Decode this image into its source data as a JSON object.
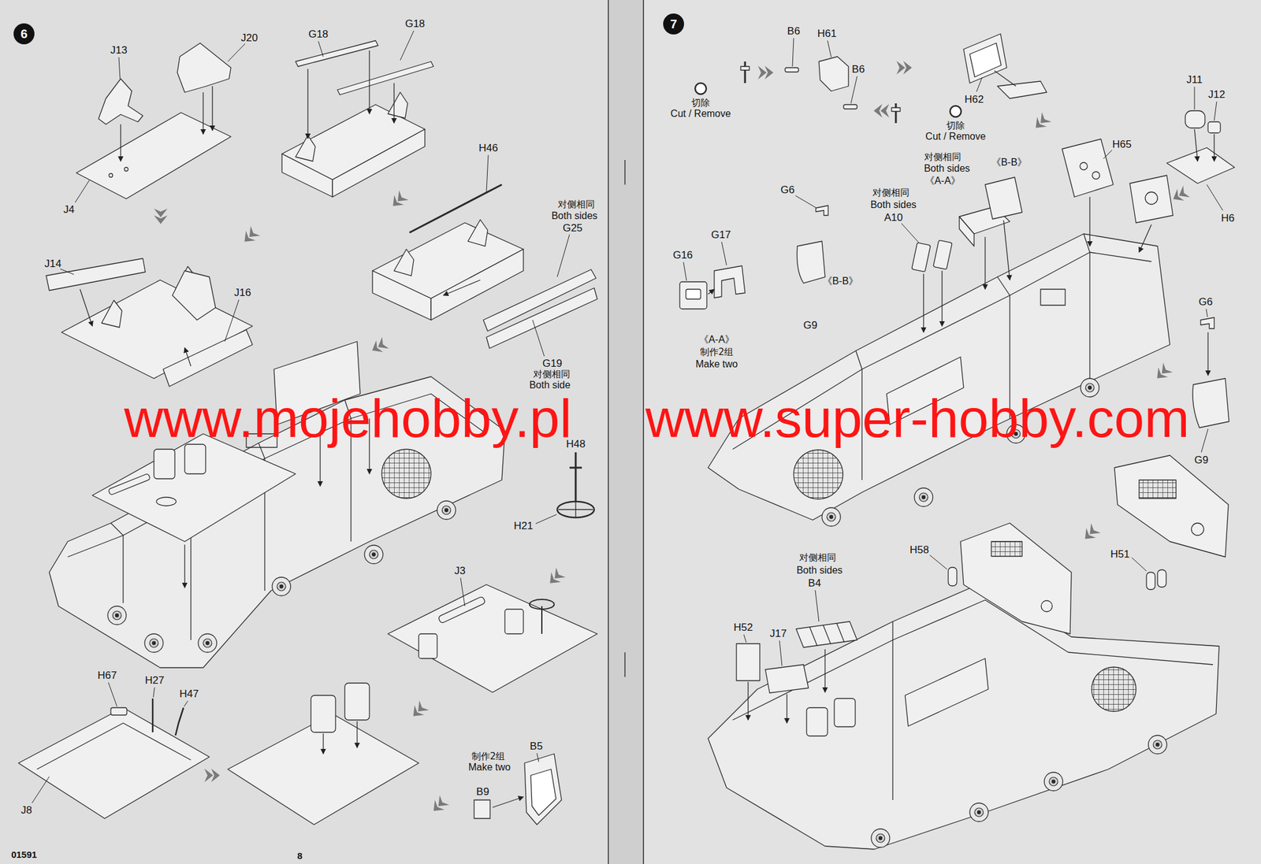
{
  "diagram": {
    "nodes": [
      {
        "text": [
          "6"
        ]
      },
      {
        "text": [
          "7"
        ]
      }
    ],
    "labels": [
      "J13",
      "J20",
      "G18",
      "G18",
      "J4",
      "H46",
      "对侧相同",
      "Both sides",
      "G25",
      "J14",
      "J16",
      "G19",
      "对侧相同",
      "Both side",
      "H48",
      "H21",
      "J3",
      "H67",
      "H27",
      "H47",
      "J8",
      "制作2组",
      "Make two",
      "B5",
      "B9",
      "01591",
      "8",
      "B6",
      "H61",
      "B6",
      "切除",
      "Cut / Remove",
      "切除",
      "Cut / Remove",
      "H62",
      "J11",
      "J12",
      "对侧相同",
      "Both sides",
      "《A-A》",
      "《B-B》",
      "H65",
      "对侧相同",
      "Both sides",
      "A10",
      "G6",
      "G17",
      "G16",
      "《B-B》",
      "G9",
      "《A-A》",
      "制作2组",
      "Make two",
      "H6",
      "G6",
      "G9",
      "H58",
      "对侧相同",
      "Both sides",
      "B4",
      "H52",
      "J17",
      "H51",
      "www.mojehobby.pl",
      "www.super-hobby.com"
    ]
  }
}
